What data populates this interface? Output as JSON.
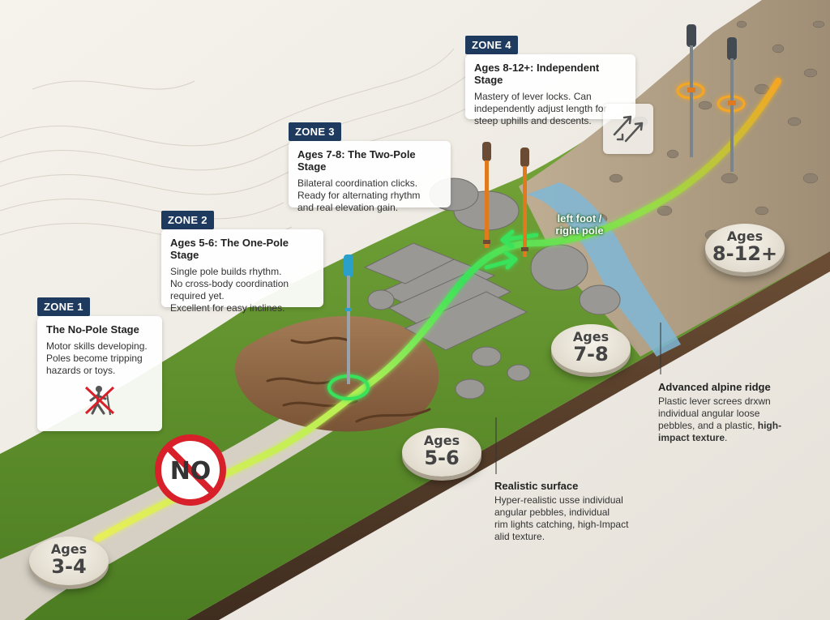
{
  "zones": [
    {
      "tag": "ZONE 1",
      "title": "The No-Pole Stage",
      "lines": [
        "Motor skills developing.",
        "Poles become tripping",
        "hazards or toys."
      ]
    },
    {
      "tag": "ZONE 2",
      "title": "Ages 5-6: The One-Pole Stage",
      "lines": [
        "Single pole builds rhythm.",
        "No cross-body coordination",
        "required yet.",
        "Excellent for easy inclines."
      ]
    },
    {
      "tag": "ZONE 3",
      "title": "Ages 7-8: The Two-Pole Stage",
      "lines": [
        "Bilateral coordination clicks.",
        "Ready for alternating rhythm",
        "and real elevation gain."
      ]
    },
    {
      "tag": "ZONE 4",
      "title": "Ages 8-12+: Independent Stage",
      "lines": [
        "Mastery of lever locks. Can",
        "independently adjust length for",
        "steep uphills and descents."
      ]
    }
  ],
  "age_markers": [
    {
      "top": "Ages",
      "bottom": "3-4"
    },
    {
      "top": "Ages",
      "bottom": "5-6"
    },
    {
      "top": "Ages",
      "bottom": "7-8"
    },
    {
      "top": "Ages",
      "bottom": "8-12+"
    }
  ],
  "no_sign_text": "NO",
  "foot_label": {
    "line1": "left foot /",
    "line2": "right pole"
  },
  "annotations": {
    "alpine": {
      "title": "Advanced alpine ridge",
      "lines": [
        "Plastic lever screes drxwn",
        "individual angular loose"
      ],
      "line3_plain": "pebbles, and a plastic, ",
      "line3_bold": "high-",
      "line4_bold": "impact texture",
      "line4_plain": "."
    },
    "surface": {
      "title": "Realistic surface",
      "lines": [
        "Hyper-realistic usse individual",
        "angular pebbles, individual",
        "rim lights catching, high-Impact",
        "alid texture."
      ]
    }
  },
  "icons": [
    "no-hiking-child-icon",
    "pole-adjust-arrows-icon",
    "trekking-pole-icon"
  ],
  "colors": {
    "zone_tag": "#1f3a5f",
    "path_green": "#39e25a",
    "path_yellow": "#e8ee5a",
    "path_orange": "#f5a623",
    "pole_blue": "#2a9fc9",
    "pole_orange": "#e07a1f",
    "pole_dark": "#444a52"
  }
}
